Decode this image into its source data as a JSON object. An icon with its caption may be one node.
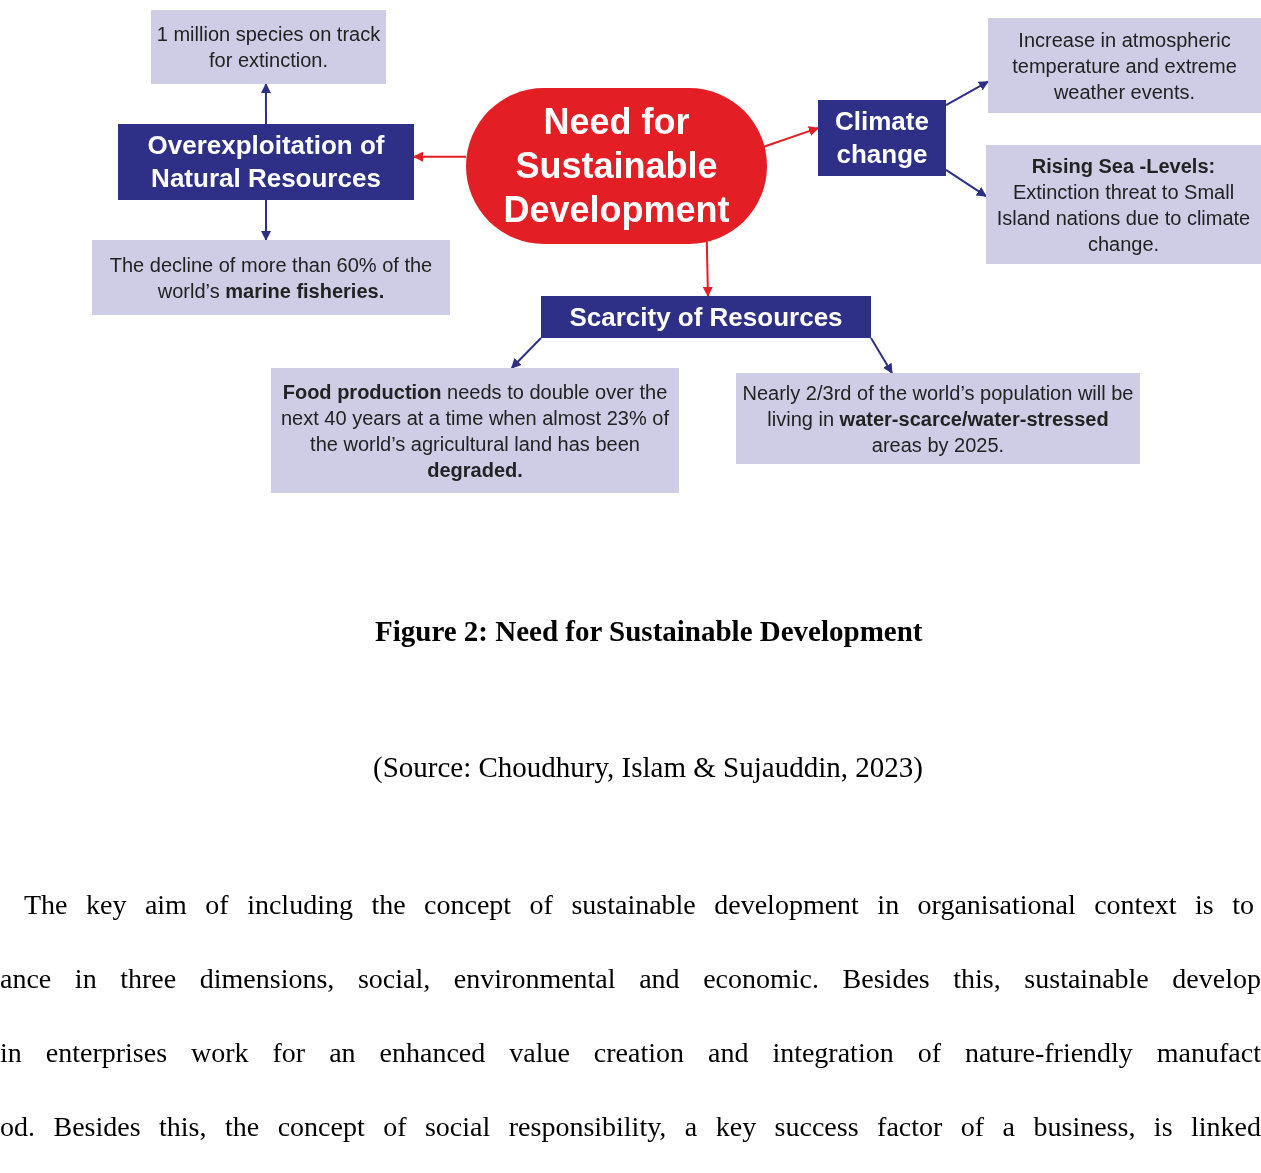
{
  "diagram": {
    "caption": "Figure 2: Need for Sustainable Development",
    "nodes": [
      {
        "text": [
          "Need for Sustainable Development"
        ]
      },
      {
        "text": [
          "Overexploitation of Natural Resources"
        ]
      },
      {
        "text": [
          "1 million species on track for extinction."
        ]
      },
      {
        "text": [
          "The decline of more than 60% of the world’s **marine fisheries.**"
        ]
      },
      {
        "text": [
          "Climate change"
        ]
      },
      {
        "text": [
          "Increase in atmospheric temperature and extreme weather events."
        ]
      },
      {
        "text": [
          "Rising Sea -Levels:",
          "Extinction threat to Small Island nations due to climate change."
        ]
      },
      {
        "text": [
          "Scarcity of Resources"
        ]
      },
      {
        "text": [
          "**Food production** needs to double over the next 40 years at a time when almost 23% of the world’s agricultural land has been **degraded.**"
        ]
      },
      {
        "text": [
          "Nearly 2/3rd  of the world’s population will be living in **water-scarce/water-stressed** areas by 2025."
        ]
      }
    ],
    "edges": [
      {
        "from": 0,
        "to": 1,
        "arrow": "to",
        "color": "#e31e24"
      },
      {
        "from": 0,
        "to": 4,
        "arrow": "to",
        "color": "#e31e24"
      },
      {
        "from": 0,
        "to": 7,
        "arrow": "to",
        "color": "#e31e24"
      },
      {
        "from": 1,
        "to": 2,
        "arrow": "to"
      },
      {
        "from": 1,
        "to": 3,
        "arrow": "to"
      },
      {
        "from": 4,
        "to": 5,
        "arrow": "to"
      },
      {
        "from": 4,
        "to": 6,
        "arrow": "to"
      },
      {
        "from": 7,
        "to": 8,
        "arrow": "to"
      },
      {
        "from": 7,
        "to": 9,
        "arrow": "to"
      }
    ],
    "labels": [
      "(Source: Choudhury, Islam & Sujauddin, 2023)",
      "The key aim of including the concept of sustainable development in organisational context is to",
      "ance in three dimensions, social, environmental and economic. Besides this, sustainable develop",
      "in enterprises work for an enhanced value creation and integration of nature-friendly manufact",
      "od. Besides this, the concept of social responsibility, a key success factor of a business, is linked"
    ]
  }
}
